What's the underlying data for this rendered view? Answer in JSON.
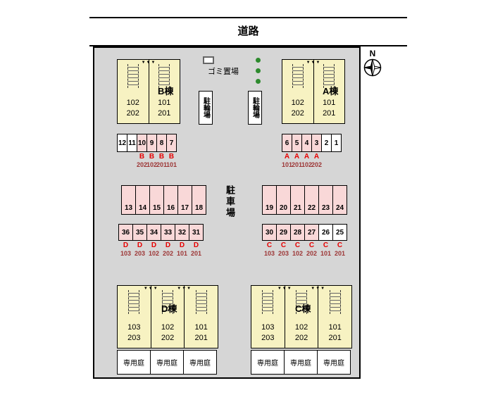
{
  "colors": {
    "site_background": "#d6d6d6",
    "building_fill": "#f7f2c2",
    "occupied_space_fill": "#f9d8d8",
    "vacant_space_fill": "#ffffff",
    "assignment_letter_red": "#e60000",
    "assignment_room_red": "#9c3535",
    "tree_green": "#2d8a2d"
  },
  "road": {
    "label": "道路"
  },
  "compass": {
    "label": "N"
  },
  "icons": {
    "entrance_triangles": "▼▼▼"
  },
  "facilities": {
    "garbage_label": "ゴミ置場",
    "bike_left_label": "駐輪場",
    "bike_right_label": "駐輪場",
    "parking_area_label": "駐車場"
  },
  "gardens": {
    "labels": [
      "専用庭",
      "専用庭",
      "専用庭",
      "専用庭",
      "専用庭",
      "専用庭"
    ]
  },
  "buildings": {
    "B": {
      "label": "B棟",
      "units": [
        {
          "rooms": "102\n202"
        },
        {
          "rooms": "101\n201"
        }
      ]
    },
    "A": {
      "label": "A棟",
      "units": [
        {
          "rooms": "102\n202"
        },
        {
          "rooms": "101\n201"
        }
      ]
    },
    "D": {
      "label": "D棟",
      "units": [
        {
          "rooms": "103\n203"
        },
        {
          "rooms": "102\n202"
        },
        {
          "rooms": "101\n201"
        }
      ]
    },
    "C": {
      "label": "C棟",
      "units": [
        {
          "rooms": "103\n203"
        },
        {
          "rooms": "102\n202"
        },
        {
          "rooms": "101\n201"
        }
      ]
    }
  },
  "parking": {
    "row1_left": [
      {
        "num": "12",
        "occupied": false
      },
      {
        "num": "11",
        "occupied": false
      },
      {
        "num": "10",
        "bldg": "B",
        "room": "202",
        "occupied": true
      },
      {
        "num": "9",
        "bldg": "B",
        "room": "102",
        "occupied": true
      },
      {
        "num": "8",
        "bldg": "B",
        "room": "201",
        "occupied": true
      },
      {
        "num": "7",
        "bldg": "B",
        "room": "101",
        "occupied": true
      }
    ],
    "row1_right": [
      {
        "num": "6",
        "bldg": "A",
        "room": "101",
        "occupied": true
      },
      {
        "num": "5",
        "bldg": "A",
        "room": "201",
        "occupied": true
      },
      {
        "num": "4",
        "bldg": "A",
        "room": "102",
        "occupied": true
      },
      {
        "num": "3",
        "bldg": "A",
        "room": "202",
        "occupied": true
      },
      {
        "num": "2",
        "occupied": false
      },
      {
        "num": "1",
        "occupied": false
      }
    ],
    "row2_left": [
      {
        "num": "13",
        "occupied": true
      },
      {
        "num": "14",
        "occupied": true
      },
      {
        "num": "15",
        "occupied": true
      },
      {
        "num": "16",
        "occupied": true
      },
      {
        "num": "17",
        "occupied": true
      },
      {
        "num": "18",
        "occupied": true
      }
    ],
    "row2_right": [
      {
        "num": "19",
        "occupied": true
      },
      {
        "num": "20",
        "occupied": true
      },
      {
        "num": "21",
        "occupied": true
      },
      {
        "num": "22",
        "occupied": true
      },
      {
        "num": "23",
        "occupied": true
      },
      {
        "num": "24",
        "occupied": true
      }
    ],
    "row3_left": [
      {
        "num": "36",
        "bldg": "D",
        "room": "103",
        "occupied": true
      },
      {
        "num": "35",
        "bldg": "D",
        "room": "203",
        "occupied": true
      },
      {
        "num": "34",
        "bldg": "D",
        "room": "102",
        "occupied": true
      },
      {
        "num": "33",
        "bldg": "D",
        "room": "202",
        "occupied": true
      },
      {
        "num": "32",
        "bldg": "D",
        "room": "101",
        "occupied": true
      },
      {
        "num": "31",
        "bldg": "D",
        "room": "201",
        "occupied": true
      }
    ],
    "row3_right": [
      {
        "num": "30",
        "bldg": "C",
        "room": "103",
        "occupied": true
      },
      {
        "num": "29",
        "bldg": "C",
        "room": "203",
        "occupied": true
      },
      {
        "num": "28",
        "bldg": "C",
        "room": "102",
        "occupied": true
      },
      {
        "num": "27",
        "bldg": "C",
        "room": "202",
        "occupied": true
      },
      {
        "num": "26",
        "bldg": "C",
        "room": "101",
        "occupied": false
      },
      {
        "num": "25",
        "bldg": "C",
        "room": "201",
        "occupied": false
      }
    ]
  }
}
